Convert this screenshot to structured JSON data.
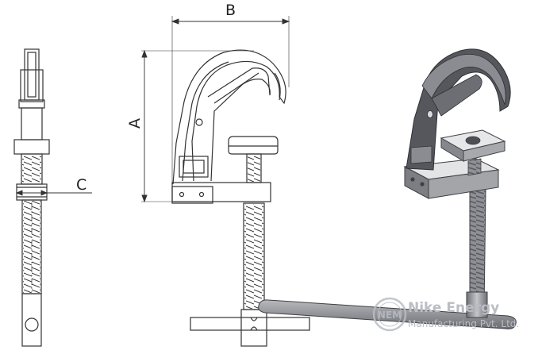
{
  "dimensions": {
    "a": "A",
    "b": "B",
    "c": "C"
  },
  "watermark": {
    "monogram": "NEM",
    "line1": "Nike Energy",
    "line2": "Manufacturing Pvt. Ltd."
  },
  "colors": {
    "line": "#333333",
    "metal_dark": "#5f6166",
    "metal_mid": "#9a9ca1",
    "metal_light": "#cfd1d4",
    "watermark": "#b9bdc4"
  }
}
